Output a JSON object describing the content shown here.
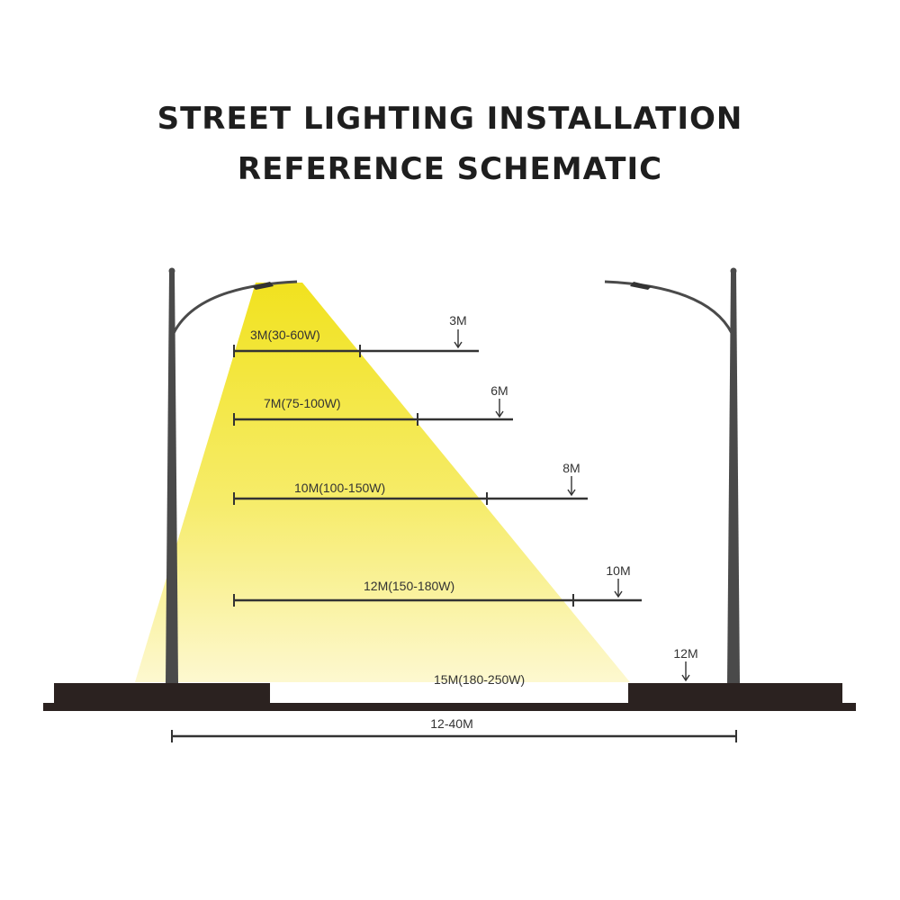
{
  "title": {
    "line1": "STREET LIGHTING INSTALLATION",
    "line2": "REFERENCE SCHEMATIC"
  },
  "colors": {
    "light_beam_top": "#f1e21f",
    "light_beam_bottom": "#fdf8d0",
    "ground": "#2b2220",
    "pole": "#4a4a4a",
    "line": "#333333"
  },
  "levels": [
    {
      "height_label": "3M(30-60W)",
      "spacing_label": "3M"
    },
    {
      "height_label": "7M(75-100W)",
      "spacing_label": "6M"
    },
    {
      "height_label": "10M(100-150W)",
      "spacing_label": "8M"
    },
    {
      "height_label": "12M(150-180W)",
      "spacing_label": "10M"
    },
    {
      "height_label": "15M(180-250W)",
      "spacing_label": "12M"
    }
  ],
  "road_width_label": "12-40M"
}
